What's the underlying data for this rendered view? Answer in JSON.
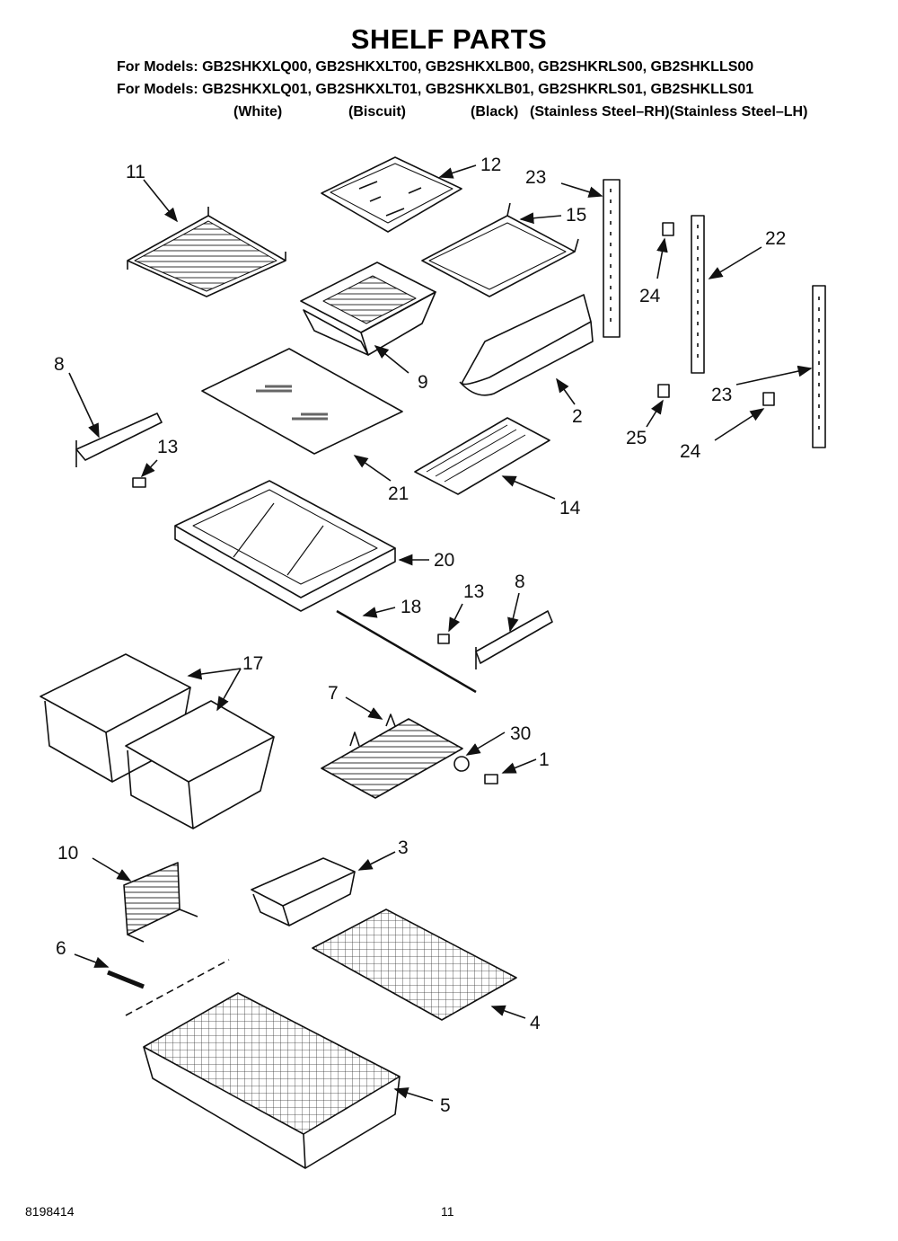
{
  "header": {
    "title": "SHELF PARTS",
    "models_line_1": "For Models: GB2SHKXLQ00, GB2SHKXLT00, GB2SHKXLB00, GB2SHKRLS00, GB2SHKLLS00",
    "models_line_2": "For Models: GB2SHKXLQ01, GB2SHKXLT01, GB2SHKXLB01, GB2SHKRLS01, GB2SHKLLS01",
    "finishes": [
      "(White)",
      "(Biscuit)",
      "(Black)",
      "(Stainless Steel–RH)(Stainless Steel–LH)"
    ]
  },
  "callouts": [
    "11",
    "12",
    "23",
    "15",
    "22",
    "24",
    "8",
    "13",
    "9",
    "2",
    "23",
    "25",
    "24",
    "21",
    "14",
    "20",
    "13",
    "8",
    "18",
    "17",
    "7",
    "30",
    "1",
    "10",
    "3",
    "6",
    "4",
    "5"
  ],
  "footer": {
    "doc_number": "8198414",
    "page_number": "11"
  }
}
